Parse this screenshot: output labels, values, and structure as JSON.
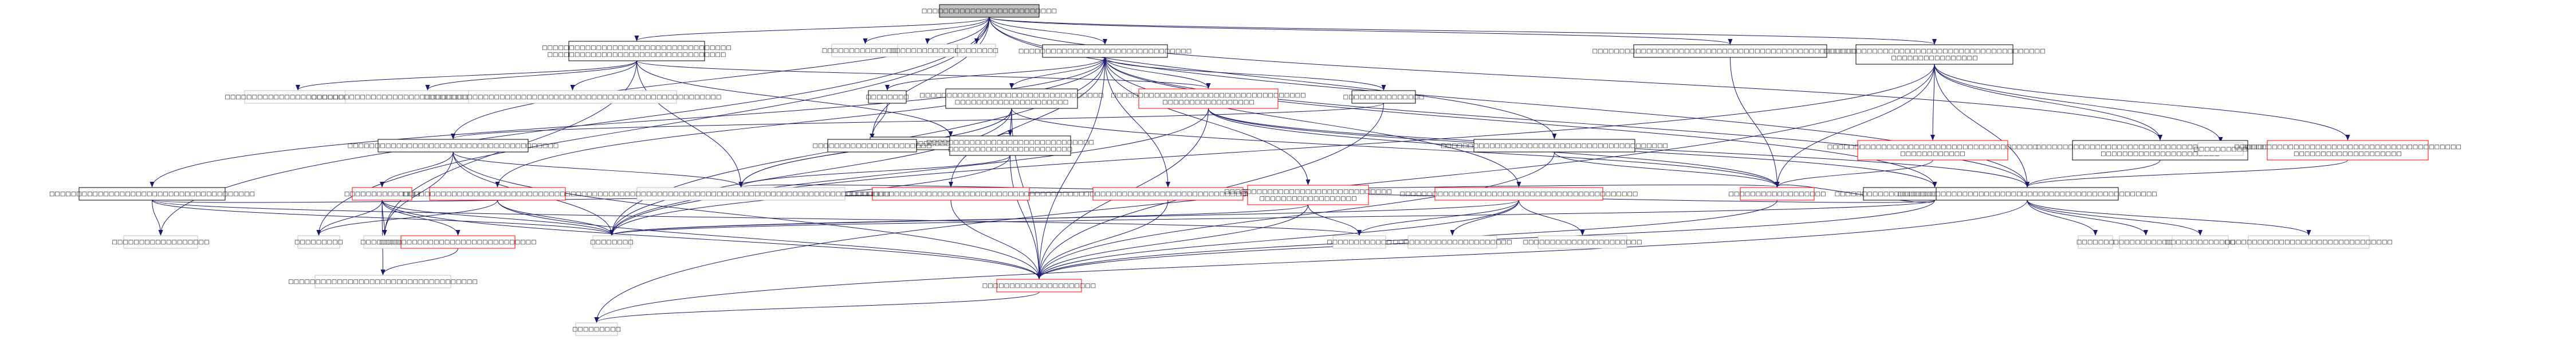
{
  "graph": {
    "colors": {
      "edge": "#191970",
      "root_fill": "#bfbfbf",
      "border_black": "#000000",
      "border_red": "#ff0000",
      "border_gray": "#bfbfbf"
    },
    "nodes": [
      {
        "id": "root",
        "style": "root",
        "lines": [
          "□□□□□□□□□□□□□□□□□□□□□□□□□"
        ]
      },
      {
        "id": "n1",
        "style": "black",
        "lines": [
          "□□□□□□□□□□□□□□□□□□□□□□□□□□□□□□□□□□□",
          "□□□□□□□□□□□□□□□□□□□□□□□□□□□□□□□□□"
        ]
      },
      {
        "id": "g1",
        "style": "gray",
        "lines": [
          "□□□□□□□□□□□□□□□□"
        ]
      },
      {
        "id": "g2",
        "style": "gray",
        "lines": [
          "□□□□□□□□□□□□□□"
        ]
      },
      {
        "id": "g3",
        "style": "gray",
        "lines": [
          "□□□□□□□□"
        ]
      },
      {
        "id": "n2",
        "style": "black",
        "lines": [
          "□□□□□□□□□□□□□□□□□□□□□□□□□□□□□□□□"
        ]
      },
      {
        "id": "n3",
        "style": "black",
        "lines": [
          "□□□□□□□□□□□□□□□□□□□□□□□□□□□□□□□□□□□□□□□□□□□□□□□□□□□"
        ]
      },
      {
        "id": "n4",
        "style": "black",
        "lines": [
          "□□□□□□□□□□□□□□□□□□□□□□□□□□□□□□□□□□□□□□□□□",
          "□□□□□□□□□□□□□□□□"
        ]
      },
      {
        "id": "g4",
        "style": "gray",
        "lines": [
          "□□□□□□□□□□□□□□□□□□□□□□□□□□□"
        ]
      },
      {
        "id": "g5",
        "style": "gray",
        "lines": [
          "□□□□□□□□□□□□□□□□□□□□□□□□□□□□□□□□□□□□□□□□□□□"
        ]
      },
      {
        "id": "g6",
        "style": "gray",
        "lines": [
          "□□□□□□□□□□□□□□□□□□□□□□□□□□□□□□□□□□□□□□□□□□□□□□□□□□□□□□□"
        ]
      },
      {
        "id": "n5",
        "style": "black",
        "lines": [
          "□□□□□□□□"
        ]
      },
      {
        "id": "n6",
        "style": "black",
        "lines": [
          "□□□□□□□□□□□□□□□□□□□□□□□□□□□□□□□□□□",
          "□□□□□□□□□□□□□□□□□□□□□"
        ]
      },
      {
        "id": "r1",
        "style": "red",
        "lines": [
          "□□□□□□□□□□□□□□□□□□□□□□□□□□□□□□□□□□□□",
          "□□□□□□□□□□□□□□□□□"
        ]
      },
      {
        "id": "n7",
        "style": "black",
        "lines": [
          "□□□□□□□□□□□□□□□"
        ]
      },
      {
        "id": "n8",
        "style": "black",
        "lines": [
          "□□□□□□□□□□□□□□□□□□□□□□□□□□□□□□□□□□□□□□□"
        ]
      },
      {
        "id": "r2",
        "style": "red",
        "lines": [
          "□□□□□□□□□□□□□□□□□□□□□□□□□□□□□□□□□□□□□□□",
          "□□□□□□□□□□□□"
        ]
      },
      {
        "id": "n9",
        "style": "black",
        "lines": [
          "□□□□□□□□□□□□□□□□□□□□□□□□□□□□□□□□□□□□□□□□□□"
        ]
      },
      {
        "id": "n10",
        "style": "black",
        "lines": [
          "□□□□□□□□□□□□□□□□□□□□□□□□□□□□□□□□□□□□□□□□□□□□□□",
          "□□□□□□□□□□□□□□□□□□□□□□"
        ]
      },
      {
        "id": "g7",
        "style": "gray",
        "lines": [
          "□□□□□□□□□□"
        ]
      },
      {
        "id": "r3",
        "style": "red",
        "lines": [
          "□□□□□□□□□□□□□□□□□□□□□□□□□□□□□□□□□□□□□□□□□□",
          "□□□□□□□□□□□□□□□□□□□□"
        ]
      },
      {
        "id": "n11",
        "style": "black",
        "lines": [
          "□□□□□□□□□□□□□□□□□□□□□□□□□□□□□□□□□□□□□□□□□□"
        ]
      },
      {
        "id": "n12",
        "style": "black",
        "lines": [
          "□□□□□□□□□□□□□□□□□□□□□□"
        ]
      },
      {
        "id": "n13",
        "style": "black",
        "lines": [
          "□□□□□□□□□□□□□□□□□□□□□□□□□□□□□□□",
          "□□□□□□□□□□□□□□□□□□□□□□□"
        ]
      },
      {
        "id": "n14",
        "style": "black",
        "lines": [
          "□□□□□□□□□□□□□□□□□□□□□□□□□□□□□□□□□□□□□□"
        ]
      },
      {
        "id": "n15",
        "style": "black",
        "lines": [
          "□□□□□□□□□□□□□□□□□□□□□□□□□□□□□□□□□□□□□"
        ]
      },
      {
        "id": "r4",
        "style": "red",
        "lines": [
          "□□□□□□□□□□□□□□"
        ]
      },
      {
        "id": "r5",
        "style": "red",
        "lines": [
          "□□□□□□□□□□□□□□□□□□□□□□□□□□□□□□□□□□□"
        ]
      },
      {
        "id": "r6",
        "style": "red",
        "lines": [
          "□□□□□□□□□□□□□□□□□□□□□□□□□□□□□□□□□□□□□□□□□"
        ]
      },
      {
        "id": "r7",
        "style": "red",
        "lines": [
          "□□□□□□□□□□□□□□□□□□□□□□□□□□□□□□□□□□□□□□□"
        ]
      },
      {
        "id": "r8",
        "style": "red",
        "lines": [
          "□□□□□□□□□□□□□□□□□□□□□□□□□□□□□□□",
          "□□□□□□□□□□□□□□□□□□"
        ]
      },
      {
        "id": "r9",
        "style": "red",
        "lines": [
          "□□□□□□□□□□□□□□□□□□□□□□□□□□□□□□□□□□□□□□□□□□□□"
        ]
      },
      {
        "id": "r10",
        "style": "red",
        "lines": [
          "□□□□□□□□□□□□□□□□□□"
        ]
      },
      {
        "id": "n16",
        "style": "black",
        "lines": [
          "□□□□□□□□□□□□□□□□□□□□□□□□□□□□□□□□□□□□□□□□□□□□□□□□"
        ]
      },
      {
        "id": "g8",
        "style": "gray",
        "lines": [
          "□□□□□□□□□□□□□□□□□□□□□□□□□□□□□□□□□□□□□□□□□□□□□□□□□□□□□□□"
        ]
      },
      {
        "id": "g9",
        "style": "gray",
        "lines": [
          "□□□□□□□□□□□□□□□□□□"
        ]
      },
      {
        "id": "g10",
        "style": "gray",
        "lines": [
          "□□□□□□□□□"
        ]
      },
      {
        "id": "g11",
        "style": "gray",
        "lines": [
          "□□□□□□□□"
        ]
      },
      {
        "id": "g12",
        "style": "gray",
        "lines": [
          "□□□□□□□□□"
        ]
      },
      {
        "id": "r11",
        "style": "red",
        "lines": [
          "□□□□□□□□□□□□□□□□□□□□□□□□□□□□□"
        ]
      },
      {
        "id": "g13",
        "style": "gray",
        "lines": [
          "□□□□□□□□□□□□"
        ]
      },
      {
        "id": "g14",
        "style": "gray",
        "lines": [
          "□□□□□□□□□□□□□□□□□□□□□□"
        ]
      },
      {
        "id": "g15",
        "style": "gray",
        "lines": [
          "□□□□□□□□□□□□□□□□□□□□□□"
        ]
      },
      {
        "id": "g16",
        "style": "gray",
        "lines": [
          "□□□□□□□"
        ]
      },
      {
        "id": "g17",
        "style": "gray",
        "lines": [
          "□□□□□□□□□□□□"
        ]
      },
      {
        "id": "g18",
        "style": "gray",
        "lines": [
          "□□□□□□□□□□□□□"
        ]
      },
      {
        "id": "g19",
        "style": "gray",
        "lines": [
          "□□□□□□□□□□□□□□□□□□□□□□□□□□□□□□□"
        ]
      },
      {
        "id": "g20",
        "style": "gray",
        "lines": [
          "□□□□□□□□□□□□□□□□□□□□□□□□□□□□□□□□□□□"
        ]
      },
      {
        "id": "r12",
        "style": "red",
        "lines": [
          "□□□□□□□□□□□□□□□□□□□□□"
        ]
      },
      {
        "id": "g21",
        "style": "gray",
        "lines": [
          "□□□□□□□□□"
        ]
      }
    ],
    "edges": [
      [
        "root",
        "n1"
      ],
      [
        "root",
        "g1"
      ],
      [
        "root",
        "g2"
      ],
      [
        "root",
        "g3"
      ],
      [
        "root",
        "n2"
      ],
      [
        "root",
        "n3"
      ],
      [
        "root",
        "n4"
      ],
      [
        "root",
        "n8"
      ],
      [
        "root",
        "n9"
      ],
      [
        "root",
        "n10"
      ],
      [
        "root",
        "g9"
      ],
      [
        "root",
        "n16"
      ],
      [
        "root",
        "g10"
      ],
      [
        "root",
        "n12"
      ],
      [
        "n1",
        "g4"
      ],
      [
        "n1",
        "g5"
      ],
      [
        "n1",
        "g6"
      ],
      [
        "n1",
        "r1"
      ],
      [
        "n1",
        "g8"
      ],
      [
        "n1",
        "n11"
      ],
      [
        "n1",
        "g12"
      ],
      [
        "n2",
        "n5"
      ],
      [
        "n2",
        "n6"
      ],
      [
        "n2",
        "r1"
      ],
      [
        "n2",
        "n7"
      ],
      [
        "n2",
        "n14"
      ],
      [
        "n2",
        "r5"
      ],
      [
        "n2",
        "r6"
      ],
      [
        "n2",
        "r7"
      ],
      [
        "n2",
        "r8"
      ],
      [
        "n2",
        "r9"
      ],
      [
        "n2",
        "g11"
      ],
      [
        "n2",
        "r12"
      ],
      [
        "n2",
        "n16"
      ],
      [
        "n2",
        "n15"
      ],
      [
        "n3",
        "r10"
      ],
      [
        "n4",
        "r2"
      ],
      [
        "n4",
        "n10"
      ],
      [
        "n4",
        "g7"
      ],
      [
        "n4",
        "r3"
      ],
      [
        "n4",
        "n16"
      ],
      [
        "n4",
        "g21"
      ],
      [
        "n4",
        "r10"
      ],
      [
        "n4",
        "g11"
      ],
      [
        "n5",
        "n12"
      ],
      [
        "n6",
        "n13"
      ],
      [
        "n6",
        "g11"
      ],
      [
        "n6",
        "g8"
      ],
      [
        "n6",
        "r12"
      ],
      [
        "n6",
        "r10"
      ],
      [
        "n6",
        "g8"
      ],
      [
        "r1",
        "n16"
      ],
      [
        "r1",
        "g11"
      ],
      [
        "r1",
        "r10"
      ],
      [
        "r1",
        "n15"
      ],
      [
        "r1",
        "r12"
      ],
      [
        "n7",
        "r12"
      ],
      [
        "n7",
        "n8"
      ],
      [
        "n8",
        "r4"
      ],
      [
        "n8",
        "g11"
      ],
      [
        "n8",
        "g12"
      ],
      [
        "n8",
        "r12"
      ],
      [
        "n8",
        "g8"
      ],
      [
        "r2",
        "r10"
      ],
      [
        "n9",
        "r10"
      ],
      [
        "n9",
        "r12"
      ],
      [
        "n10",
        "n16"
      ],
      [
        "r3",
        "n16"
      ],
      [
        "n11",
        "n13"
      ],
      [
        "n13",
        "g8"
      ],
      [
        "n13",
        "g11"
      ],
      [
        "n13",
        "r12"
      ],
      [
        "n14",
        "g13"
      ],
      [
        "n14",
        "g11"
      ],
      [
        "n14",
        "r10"
      ],
      [
        "n14",
        "g9"
      ],
      [
        "n15",
        "g8"
      ],
      [
        "n15",
        "g11"
      ],
      [
        "n15",
        "r12"
      ],
      [
        "n15",
        "r10"
      ],
      [
        "r4",
        "g10"
      ],
      [
        "r4",
        "g12"
      ],
      [
        "r4",
        "g11"
      ],
      [
        "r4",
        "r11"
      ],
      [
        "r4",
        "g20"
      ],
      [
        "r4",
        "r12"
      ],
      [
        "r5",
        "r12"
      ],
      [
        "r5",
        "g10"
      ],
      [
        "r5",
        "g11"
      ],
      [
        "r6",
        "r12"
      ],
      [
        "r7",
        "r12"
      ],
      [
        "r8",
        "r12"
      ],
      [
        "r8",
        "g11"
      ],
      [
        "r8",
        "g13"
      ],
      [
        "r9",
        "g14"
      ],
      [
        "r9",
        "g15"
      ],
      [
        "r9",
        "g13"
      ],
      [
        "r9",
        "g11"
      ],
      [
        "r9",
        "r12"
      ],
      [
        "r10",
        "r12"
      ],
      [
        "r11",
        "g20"
      ],
      [
        "n16",
        "g16"
      ],
      [
        "n16",
        "g17"
      ],
      [
        "n16",
        "g18"
      ],
      [
        "n16",
        "g19"
      ],
      [
        "n16",
        "g21"
      ],
      [
        "r12",
        "g21"
      ]
    ]
  }
}
